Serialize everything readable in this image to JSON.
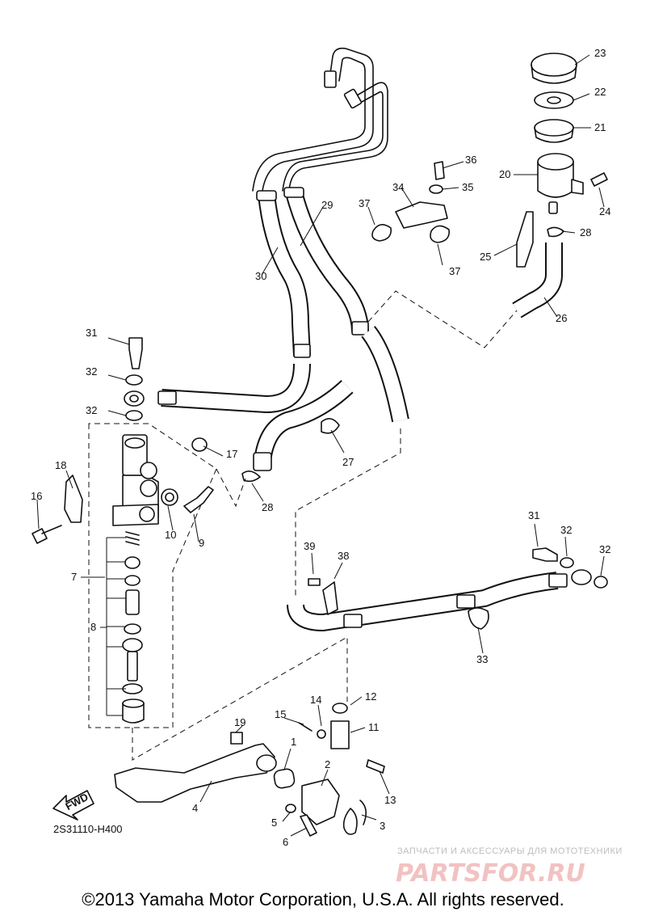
{
  "diagram_code": "2S31110-H400",
  "fwd_label": "FWD",
  "copyright": "©2013 Yamaha Motor Corporation, U.S.A. All rights reserved.",
  "watermark": {
    "tagline": "ЗАПЧАСТИ И АКСЕССУАРЫ ДЛЯ МОТОТЕХНИКИ",
    "brand": "PARTSFOR.RU"
  },
  "callouts": [
    {
      "id": "c23",
      "text": "23"
    },
    {
      "id": "c22",
      "text": "22"
    },
    {
      "id": "c21",
      "text": "21"
    },
    {
      "id": "c20",
      "text": "20"
    },
    {
      "id": "c36",
      "text": "36"
    },
    {
      "id": "c35",
      "text": "35"
    },
    {
      "id": "c34",
      "text": "34"
    },
    {
      "id": "c24",
      "text": "24"
    },
    {
      "id": "c37a",
      "text": "37"
    },
    {
      "id": "c28a",
      "text": "28"
    },
    {
      "id": "c29",
      "text": "29"
    },
    {
      "id": "c25",
      "text": "25"
    },
    {
      "id": "c37b",
      "text": "37"
    },
    {
      "id": "c30",
      "text": "30"
    },
    {
      "id": "c26",
      "text": "26"
    },
    {
      "id": "c31a",
      "text": "31"
    },
    {
      "id": "c32a",
      "text": "32"
    },
    {
      "id": "c32b",
      "text": "32"
    },
    {
      "id": "c17",
      "text": "17"
    },
    {
      "id": "c27",
      "text": "27"
    },
    {
      "id": "c18",
      "text": "18"
    },
    {
      "id": "c16",
      "text": "16"
    },
    {
      "id": "c28b",
      "text": "28"
    },
    {
      "id": "c10",
      "text": "10"
    },
    {
      "id": "c9",
      "text": "9"
    },
    {
      "id": "c31b",
      "text": "31"
    },
    {
      "id": "c32c",
      "text": "32"
    },
    {
      "id": "c32d",
      "text": "32"
    },
    {
      "id": "c39",
      "text": "39"
    },
    {
      "id": "c38",
      "text": "38"
    },
    {
      "id": "c7",
      "text": "7"
    },
    {
      "id": "c8",
      "text": "8"
    },
    {
      "id": "c33",
      "text": "33"
    },
    {
      "id": "c12",
      "text": "12"
    },
    {
      "id": "c14",
      "text": "14"
    },
    {
      "id": "c15",
      "text": "15"
    },
    {
      "id": "c11",
      "text": "11"
    },
    {
      "id": "c19",
      "text": "19"
    },
    {
      "id": "c1",
      "text": "1"
    },
    {
      "id": "c2",
      "text": "2"
    },
    {
      "id": "c13",
      "text": "13"
    },
    {
      "id": "c4",
      "text": "4"
    },
    {
      "id": "c5",
      "text": "5"
    },
    {
      "id": "c3",
      "text": "3"
    },
    {
      "id": "c6",
      "text": "6"
    }
  ]
}
